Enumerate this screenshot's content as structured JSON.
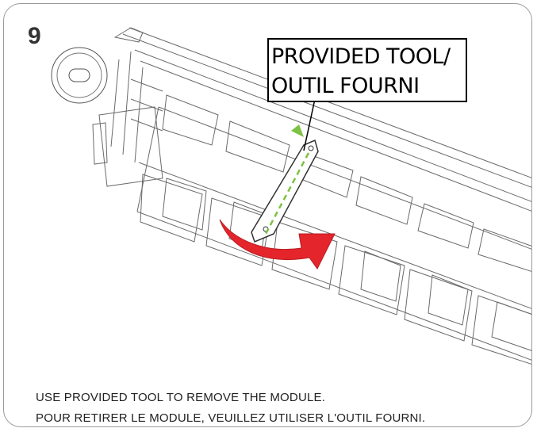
{
  "step": {
    "number": "9"
  },
  "callout": {
    "line1": "PROVIDED TOOL/",
    "line2": "OUTIL FOURNI"
  },
  "instructions": {
    "english": "USE PROVIDED TOOL TO REMOVE THE MODULE.",
    "french": "POUR RETIRER LE MODULE, VEUILLEZ UTILISER L'OUTIL FOURNI."
  },
  "colors": {
    "arrow": "#e4252b",
    "guide": "#7cc243",
    "line": "#555555"
  },
  "icons": [
    "rotate-arrow-icon",
    "guide-arrow-icon",
    "tool-icon",
    "lens-icon"
  ]
}
